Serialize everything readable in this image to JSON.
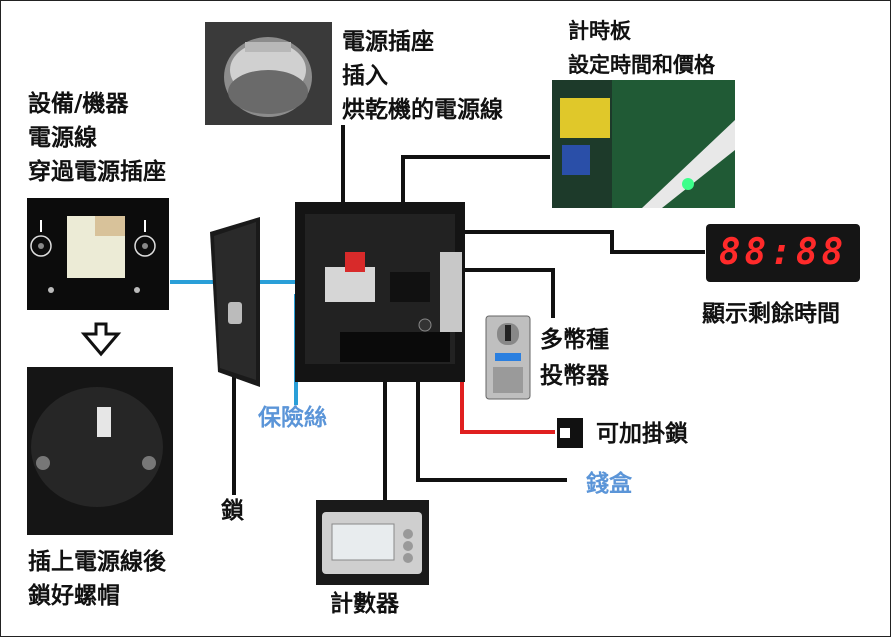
{
  "labels": {
    "power_socket": [
      "電源插座",
      "插入",
      "烘乾機的電源線"
    ],
    "timer_board": [
      "計時板",
      "設定時間和價格"
    ],
    "device_cord": [
      "設備/機器",
      "電源線",
      "穿過電源插座"
    ],
    "display": "顯示剩餘時間",
    "coin_acceptor": [
      "多幣種",
      "投幣器"
    ],
    "padlock": "可加掛鎖",
    "fuse": "保險絲",
    "cash_box": "錢盒",
    "lock": "鎖",
    "screw": [
      "插上電源線後",
      "鎖好螺帽"
    ],
    "counter": "計數器"
  },
  "display_digits": "88:88",
  "colors": {
    "fuse_line": "#2a9fd8",
    "padlock_line": "#e02020",
    "label_blue": "#5b95d8",
    "display_red": "#ff2a2a"
  }
}
